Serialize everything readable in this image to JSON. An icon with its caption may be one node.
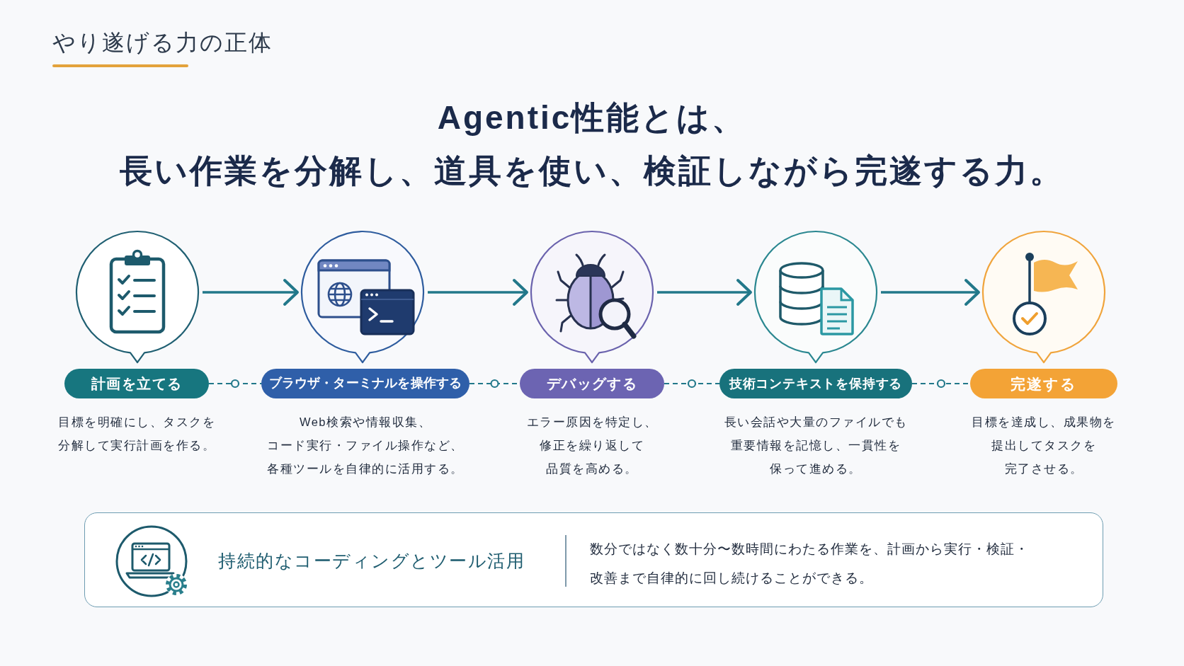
{
  "diagram": {
    "title": "やり遂げる力の正体",
    "nodes": [
      {
        "text": [],
        "shape": "circle"
      },
      {
        "text": [
          "計画を立てる"
        ],
        "beside": [
          "目標を明確にし、タスクを分解して実行計画を作る。"
        ]
      },
      {
        "text": [],
        "shape": "circle"
      },
      {
        "text": [
          "ブラウザ・ターミナルを操作する"
        ],
        "beside": [
          "Web検索や情報収集、コード実行・ファイル操作など、各種ツールを自律的に活用する。"
        ]
      },
      {
        "text": [],
        "shape": "circle"
      },
      {
        "text": [
          "デバッグする"
        ],
        "beside": [
          "エラー原因を特定し、修正を繰り返して品質を高める。"
        ]
      },
      {
        "text": [],
        "shape": "circle"
      },
      {
        "text": [
          "技術コンテキストを保持する"
        ],
        "beside": [
          "長い会話や大量のファイルでも重要情報を記憶し、一貫性を保って進める。"
        ]
      },
      {
        "text": [],
        "shape": "circle"
      },
      {
        "text": [
          "完遂する"
        ],
        "beside": [
          "目標を達成し、成果物を提出してタスクを完了させる。"
        ]
      },
      {
        "text": [
          "持続的なコーディングとツール活用",
          "数分ではなく数十分〜数時間にわたる作業を、計画から実行・検証・改善まで自律的に回し続けることができる。"
        ]
      }
    ],
    "edges": [
      {
        "from": 0,
        "to": 2,
        "arrow": "to"
      },
      {
        "from": 2,
        "to": 4,
        "arrow": "to"
      },
      {
        "from": 4,
        "to": 6,
        "arrow": "to"
      },
      {
        "from": 6,
        "to": 8,
        "arrow": "to"
      },
      {
        "from": 1,
        "to": 3,
        "arrow": "none",
        "style": "dashed"
      },
      {
        "from": 3,
        "to": 5,
        "arrow": "none",
        "style": "dashed"
      },
      {
        "from": 5,
        "to": 7,
        "arrow": "none",
        "style": "dashed"
      },
      {
        "from": 7,
        "to": 9,
        "arrow": "none",
        "style": "dashed"
      }
    ],
    "labels": [
      "Agentic性能とは、",
      "長い作業を分解し、道具を使い、検証しながら完遂する力。"
    ]
  }
}
